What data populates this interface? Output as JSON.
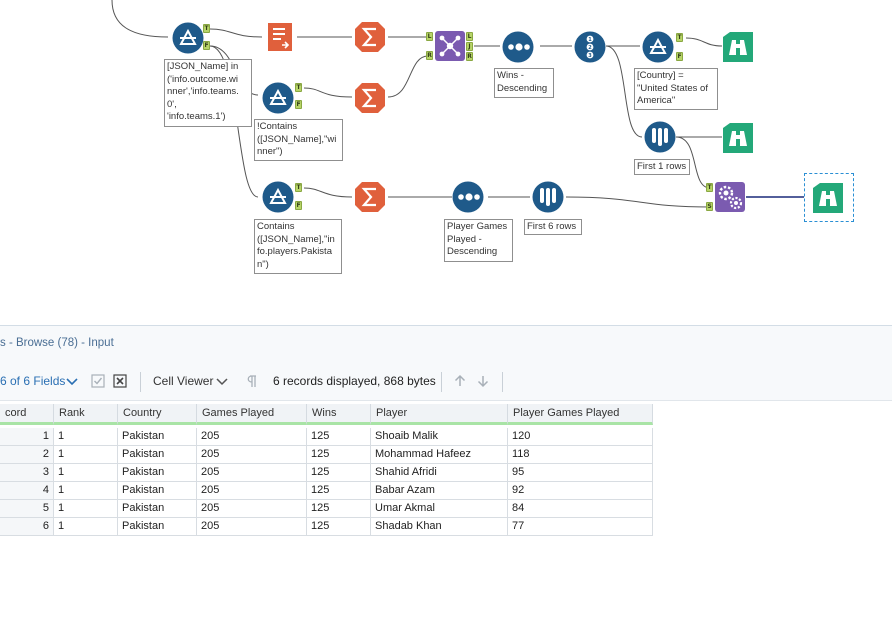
{
  "canvas": {
    "annotations": {
      "filter1": "[JSON_Name] in\n('info.outcome.wi\nnner','info.teams.\n0',\n'info.teams.1')",
      "filter2": "!Contains\n([JSON_Name],\"wi\nnner\")",
      "filter3": "Contains\n([JSON_Name],\"in\nfo.players.Pakista\nn\")",
      "sort1": "Wins -\nDescending",
      "filter4": "[Country] =\n\"United States of\nAmerica\"",
      "sample1": "First 1 rows",
      "sort2": "Player Games\nPlayed -\nDescending",
      "sample2": "First 6 rows"
    },
    "anchor_labels": {
      "true": "T",
      "false": "F",
      "left": "L",
      "join": "J",
      "right": "R",
      "source": "S"
    },
    "colors": {
      "filter": "#1f5a8a",
      "summarize": "#e0603c",
      "join": "#7b5bb0",
      "sort": "#1f5a8a",
      "browse": "#23a879",
      "anchor": "#b7d468",
      "wire": "#555555",
      "selected_wire": "#1a2a7a"
    }
  },
  "results": {
    "title": "s - Browse (78) - Input",
    "fields_label": "6 of 6 Fields",
    "cell_viewer_label": "Cell Viewer",
    "records_text": "6 records displayed, 868 bytes",
    "columns": [
      "cord",
      "Rank",
      "Country",
      "Games Played",
      "Wins",
      "Player",
      "Player Games Played"
    ],
    "rows": [
      [
        "1",
        "1",
        "Pakistan",
        "205",
        "125",
        "Shoaib Malik",
        "120"
      ],
      [
        "2",
        "1",
        "Pakistan",
        "205",
        "125",
        "Mohammad Hafeez",
        "118"
      ],
      [
        "3",
        "1",
        "Pakistan",
        "205",
        "125",
        "Shahid Afridi",
        "95"
      ],
      [
        "4",
        "1",
        "Pakistan",
        "205",
        "125",
        "Babar Azam",
        "92"
      ],
      [
        "5",
        "1",
        "Pakistan",
        "205",
        "125",
        "Umar Akmal",
        "84"
      ],
      [
        "6",
        "1",
        "Pakistan",
        "205",
        "125",
        "Shadab Khan",
        "77"
      ]
    ]
  }
}
